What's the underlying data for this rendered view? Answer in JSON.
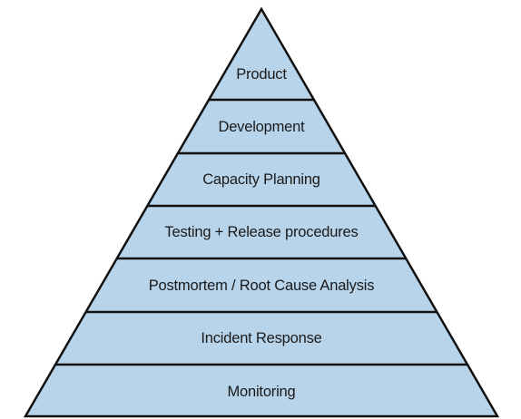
{
  "pyramid": {
    "fill_color": "#b8d4ea",
    "stroke_color": "#111111",
    "levels": [
      {
        "label": "Product"
      },
      {
        "label": "Development"
      },
      {
        "label": "Capacity Planning"
      },
      {
        "label": "Testing + Release procedures"
      },
      {
        "label": "Postmortem / Root Cause Analysis"
      },
      {
        "label": "Incident Response"
      },
      {
        "label": "Monitoring"
      }
    ]
  }
}
